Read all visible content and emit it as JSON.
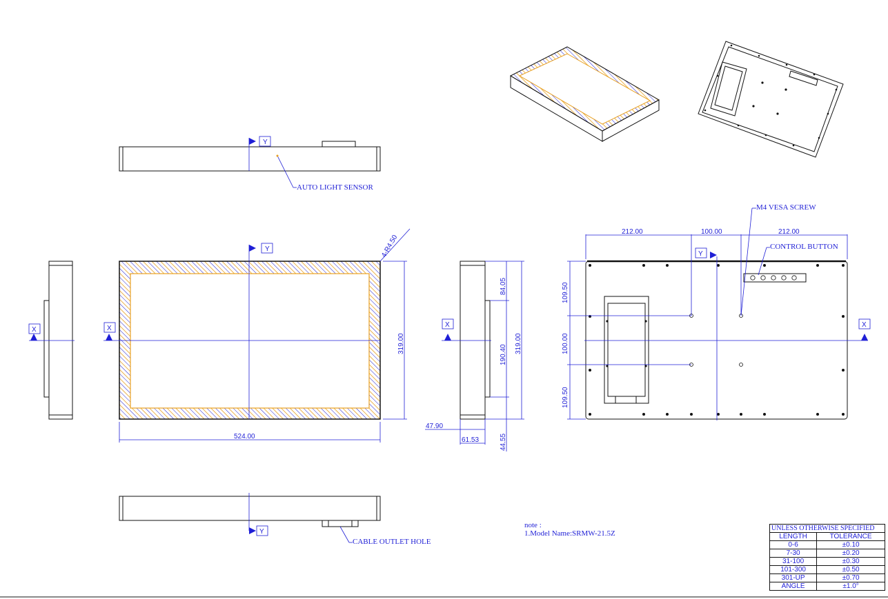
{
  "labels": {
    "auto_light_sensor": "AUTO LIGHT SENSOR",
    "cable_outlet_hole": "CABLE OUTLET HOLE",
    "m4_vesa_screw": "M4 VESA SCREW",
    "control_button": "CONTROL BUTTON",
    "corner_radius": "4-R4.50"
  },
  "axis_markers": {
    "x": "X",
    "y": "Y"
  },
  "dimensions": {
    "front_width": "524.00",
    "front_height": "319.00",
    "side_height": "319.00",
    "side_inner_height": "190.40",
    "side_top_offset": "84.05",
    "side_depth_a": "47.90",
    "side_depth_b": "61.53",
    "side_bottom_offset": "44.55",
    "back_left": "212.00",
    "back_center": "100.00",
    "back_right": "212.00",
    "back_top": "109.50",
    "back_middle": "100.00",
    "back_bottom": "109.50"
  },
  "note": {
    "heading": "note :",
    "line1": "1.Model Name:SRMW-21.5Z"
  },
  "tolerance_table": {
    "title": "UNLESS OTHERWISE SPECIFIED",
    "col_length": "LENGTH",
    "col_tolerance": "TOLERANCE",
    "rows": [
      {
        "range": "0-6",
        "tol": "±0.10"
      },
      {
        "range": "7-30",
        "tol": "±0.20"
      },
      {
        "range": "31-100",
        "tol": "±0.30"
      },
      {
        "range": "101-300",
        "tol": "±0.50"
      },
      {
        "range": "301-UP",
        "tol": "±0.70"
      },
      {
        "range": "ANGLE",
        "tol": "±1.0°"
      }
    ]
  },
  "colors": {
    "line": "#111111",
    "annotation": "#1f1fd6",
    "hatch": "#e8a020"
  }
}
